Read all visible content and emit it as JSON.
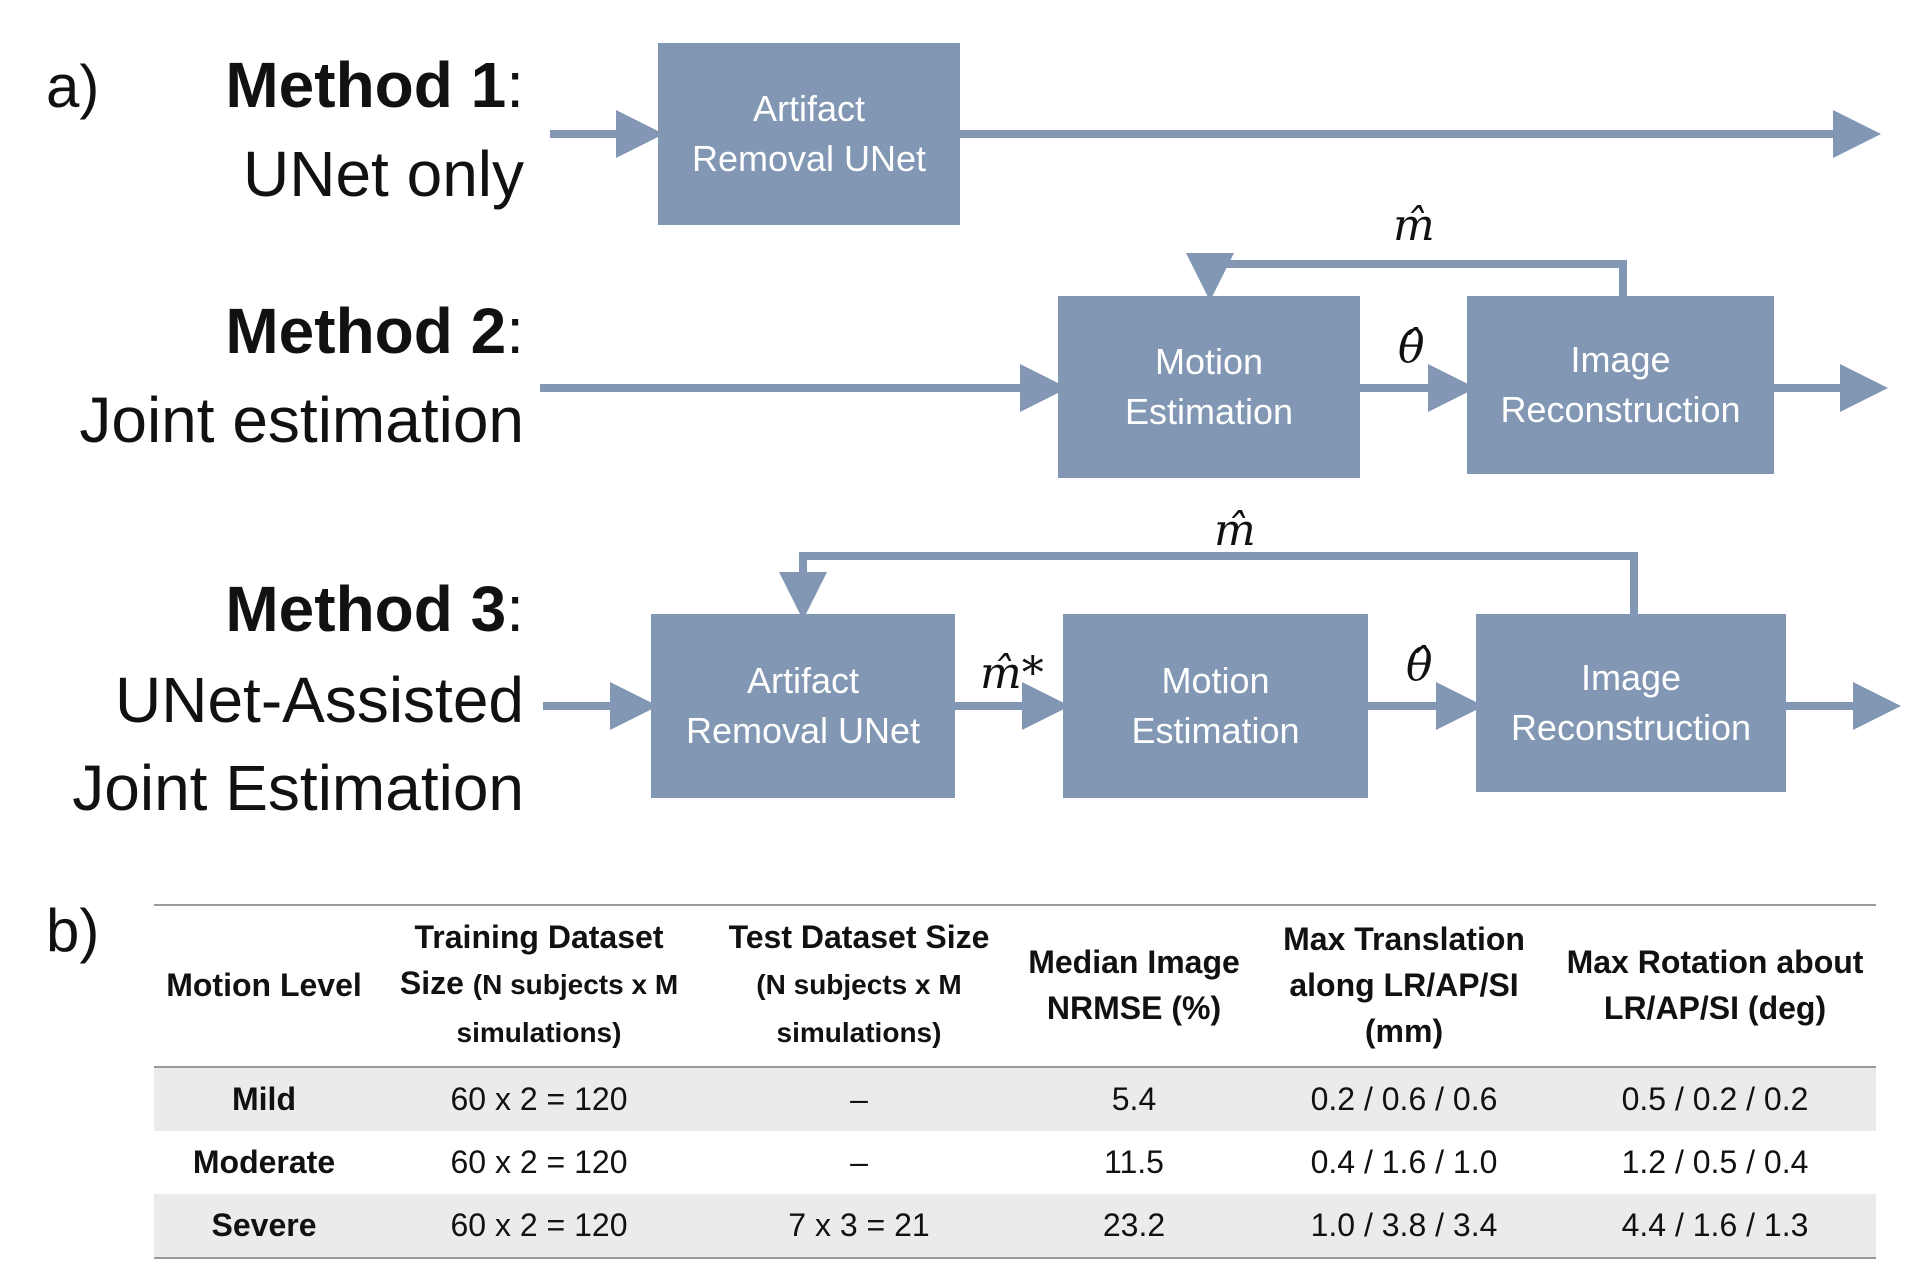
{
  "panel_a": {
    "label": "a)",
    "method1": {
      "title_bold": "Method 1",
      "title_colon": ":",
      "subtitle": "UNet only",
      "boxes": {
        "unet": [
          "Artifact",
          "Removal UNet"
        ]
      }
    },
    "method2": {
      "title_bold": "Method 2",
      "title_colon": ":",
      "subtitle": "Joint estimation",
      "boxes": {
        "motion": [
          "Motion",
          "Estimation"
        ],
        "recon": [
          "Image",
          "Reconstruction"
        ]
      },
      "symbols": {
        "feedback": "m̂",
        "theta": "θ̂"
      }
    },
    "method3": {
      "title_bold": "Method 3",
      "title_colon": ":",
      "subtitle_lines": [
        "UNet-Assisted",
        "Joint Estimation"
      ],
      "boxes": {
        "unet": [
          "Artifact",
          "Removal UNet"
        ],
        "motion": [
          "Motion",
          "Estimation"
        ],
        "recon": [
          "Image",
          "Reconstruction"
        ]
      },
      "symbols": {
        "feedback": "m̂",
        "m_star": "m̂*",
        "theta": "θ̂"
      }
    }
  },
  "panel_b": {
    "label": "b)",
    "headers": [
      {
        "main": "Motion Level",
        "note": ""
      },
      {
        "main": "Training Dataset Size",
        "note": "(N subjects x M simulations)"
      },
      {
        "main": "Test Dataset Size",
        "note": "(N subjects x M simulations)"
      },
      {
        "main": "Median Image NRMSE (%)",
        "note": ""
      },
      {
        "main": "Max Translation along LR/AP/SI (mm)",
        "note": ""
      },
      {
        "main": "Max Rotation about LR/AP/SI (deg)",
        "note": ""
      }
    ],
    "rows": [
      {
        "level": "Mild",
        "training": "60 x 2 = 120",
        "test": "–",
        "nrmse": "5.4",
        "translation": "0.2 / 0.6 / 0.6",
        "rotation": "0.5 / 0.2 / 0.2"
      },
      {
        "level": "Moderate",
        "training": "60 x 2 = 120",
        "test": "–",
        "nrmse": "11.5",
        "translation": "0.4 / 1.6 / 1.0",
        "rotation": "1.2 / 0.5 / 0.4"
      },
      {
        "level": "Severe",
        "training": "60 x 2 = 120",
        "test": "7 x 3 = 21",
        "nrmse": "23.2",
        "translation": "1.0 / 3.8 / 3.4",
        "rotation": "4.4 / 1.6 / 1.3"
      }
    ]
  },
  "colors": {
    "box_fill": "#8197b3",
    "arrow": "#8197b3",
    "table_stripe": "#ebebeb",
    "table_rule": "#9a9a9a"
  }
}
